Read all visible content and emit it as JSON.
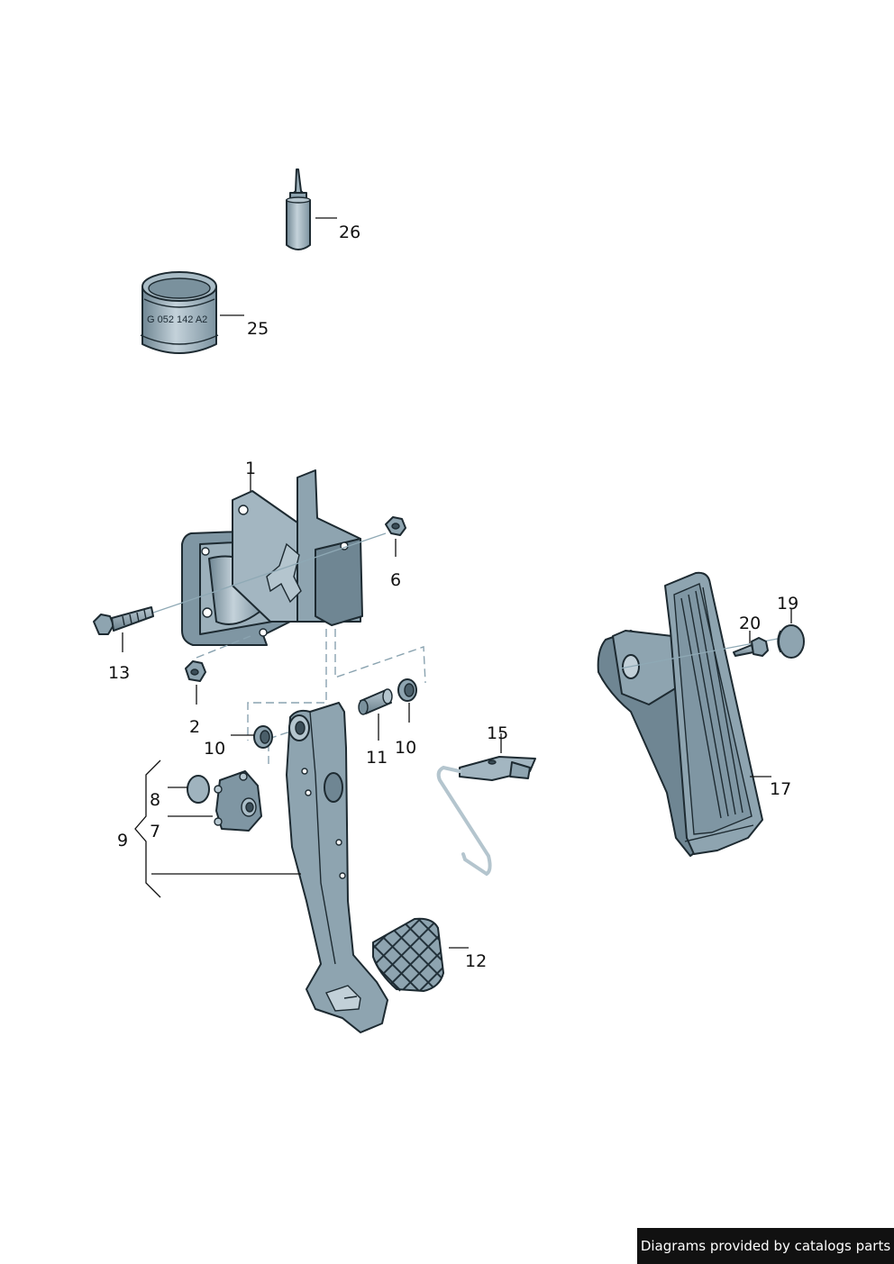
{
  "colors": {
    "part_fill": "#8ea4b0",
    "part_light": "#c2d0d8",
    "part_dark": "#5f7581",
    "outline": "#1d2a31",
    "leader": "#111111",
    "dashed_guide": "#8aa3b0",
    "credit_bg": "#111111",
    "credit_fg": "#ffffff"
  },
  "labels": {
    "p1": "1",
    "p2": "2",
    "p6": "6",
    "p7": "7",
    "p8": "8",
    "p9": "9",
    "p10a": "10",
    "p10b": "10",
    "p11": "11",
    "p12": "12",
    "p13": "13",
    "p15": "15",
    "p17": "17",
    "p19": "19",
    "p20": "20",
    "p25": "25",
    "p26": "26"
  },
  "can_marking": "G 052 142 A2",
  "credit": "Diagrams provided by catalogs parts"
}
